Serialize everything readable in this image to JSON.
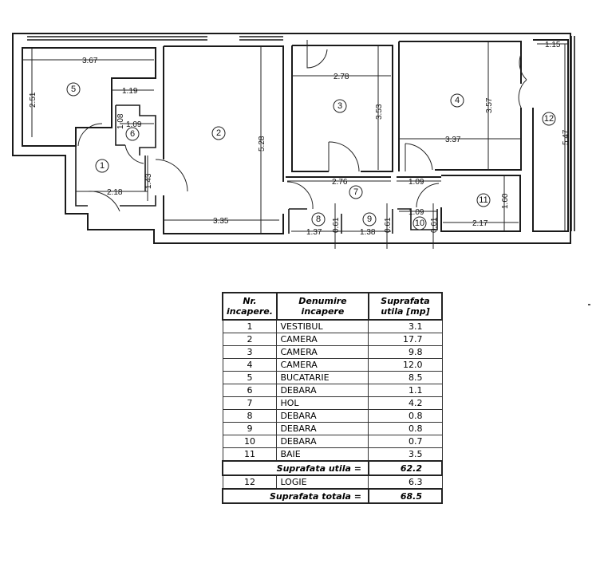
{
  "plan": {
    "rooms": [
      "1",
      "2",
      "3",
      "4",
      "5",
      "6",
      "7",
      "8",
      "9",
      "10",
      "11",
      "12"
    ],
    "dims": {
      "d367": "3.67",
      "d251": "2.51",
      "d119": "1.19",
      "d109a": "1.09",
      "d108": "1.08",
      "d143": "1.43",
      "d218": "2.18",
      "d335": "3.35",
      "d528": "5.28",
      "d278": "2.78",
      "d353": "3.53",
      "d357": "3.57",
      "d337": "3.37",
      "d115": "1.15",
      "d547": "5.47",
      "d276": "2.76",
      "d109b": "1.09",
      "d160": "1.60",
      "d217": "2.17",
      "d109c": "1.09",
      "d061a": "0.61",
      "d061b": "0.61",
      "d061c": "0.61",
      "d137": "1.37",
      "d138": "1.38"
    }
  },
  "table": {
    "headers": [
      "Nr. incapere.",
      "Denumire incapere",
      "Suprafata utila [mp]"
    ],
    "rows": [
      {
        "nr": "1",
        "name": "VESTIBUL",
        "area": "3.1"
      },
      {
        "nr": "2",
        "name": "CAMERA",
        "area": "17.7"
      },
      {
        "nr": "3",
        "name": "CAMERA",
        "area": "9.8"
      },
      {
        "nr": "4",
        "name": "CAMERA",
        "area": "12.0"
      },
      {
        "nr": "5",
        "name": "BUCATARIE",
        "area": "8.5"
      },
      {
        "nr": "6",
        "name": "DEBARA",
        "area": "1.1"
      },
      {
        "nr": "7",
        "name": "HOL",
        "area": "4.2"
      },
      {
        "nr": "8",
        "name": "DEBARA",
        "area": "0.8"
      },
      {
        "nr": "9",
        "name": "DEBARA",
        "area": "0.8"
      },
      {
        "nr": "10",
        "name": "DEBARA",
        "area": "0.7"
      },
      {
        "nr": "11",
        "name": "BAIE",
        "area": "3.5"
      }
    ],
    "subtotal": {
      "label": "Suprafata utila =",
      "value": "62.2"
    },
    "extra_row": {
      "nr": "12",
      "name": "LOGIE",
      "area": "6.3"
    },
    "total": {
      "label": "Suprafata totala =",
      "value": "68.5"
    }
  }
}
